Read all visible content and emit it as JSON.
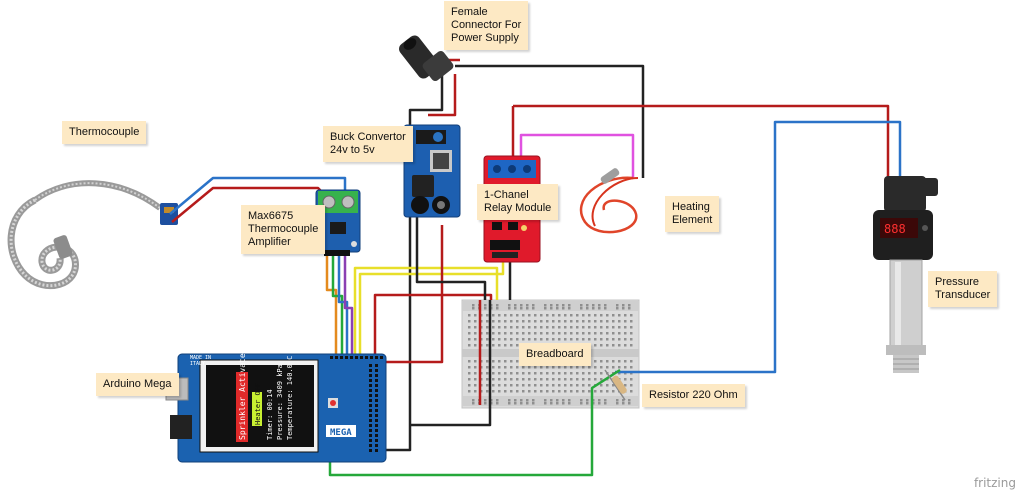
{
  "labels": {
    "thermocouple": "Thermocouple",
    "max6675": "Max6675\nThermocouple\nAmplifier",
    "buck": "Buck Convertor\n24v to 5v",
    "connector": "Female\nConnector For\nPower Supply",
    "relay": "1-Chanel\nRelay Module",
    "heating": "Heating\nElement",
    "pressure": "Pressure\nTransducer",
    "breadboard": "Breadboard",
    "resistor": "Resistor 220 Ohm",
    "arduino": "Arduino Mega"
  },
  "screen": {
    "sprinkler": "Sprinkler Activated",
    "heater": "Heater OFF",
    "timer": "Timer: 00:14",
    "pressure": "Pressure: 3409 kPa",
    "temperature": "Temperature: 140.0 C"
  },
  "board": {
    "mega_text": "MEGA",
    "brand_line1": "MADE IN",
    "brand_line2": "ITALY"
  },
  "watermark": "fritzing",
  "colors": {
    "wire_red": "#b51b1b",
    "wire_black": "#222222",
    "wire_blue": "#2b73c8",
    "wire_green": "#25a83a",
    "wire_yellow": "#e8df2a",
    "wire_orange": "#e48a1e",
    "wire_magenta": "#e052e0",
    "board_blue": "#1b62b0",
    "relay_red": "#e01a2b",
    "note_bg": "#fde9c4"
  }
}
